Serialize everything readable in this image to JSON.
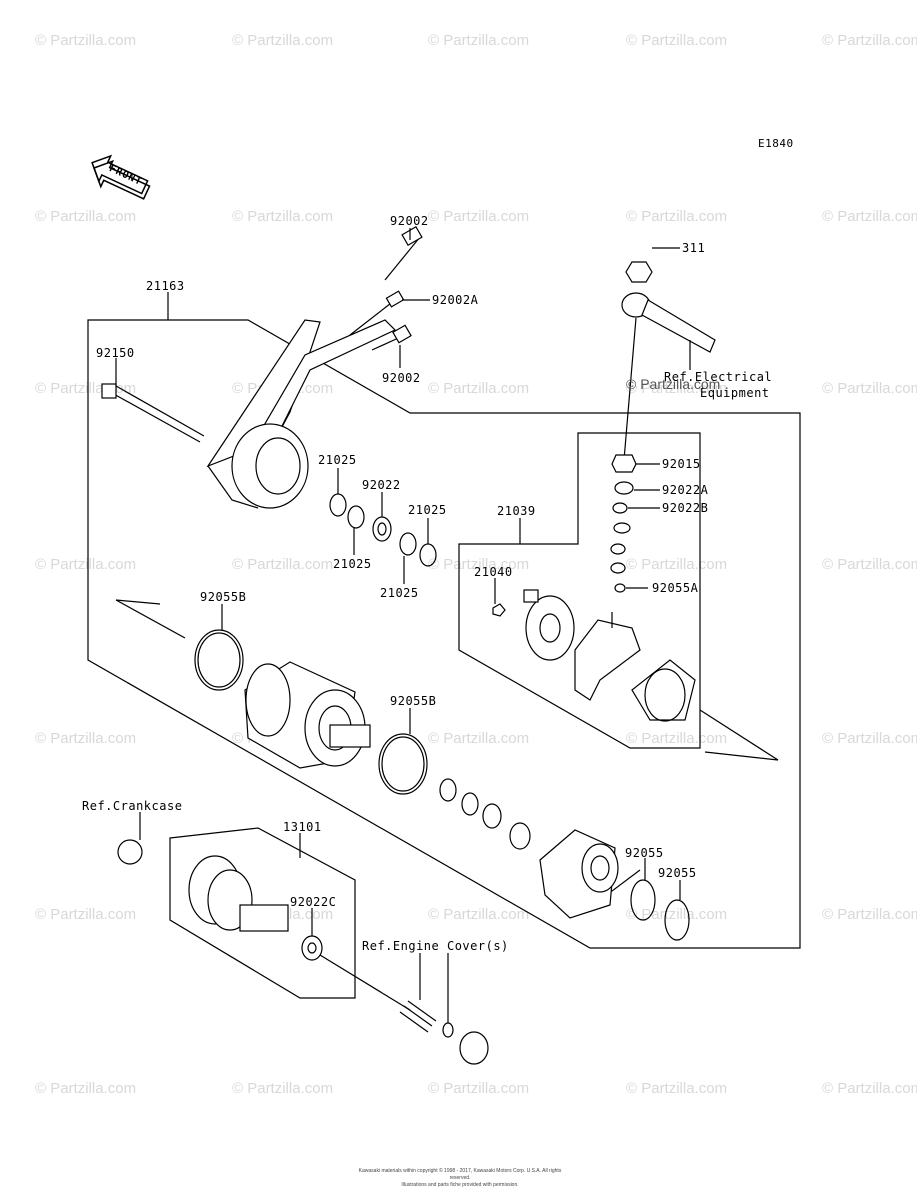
{
  "diagram_code": "E1840",
  "front_label": "FRONT",
  "watermark_text": "© Partzilla.com",
  "overlay_watermark": "© Partzilla.com",
  "labels": {
    "p92002_top": "92002",
    "p92002A": "92002A",
    "p92002_bottom": "92002",
    "p21163": "21163",
    "p92150": "92150",
    "p311": "311",
    "ref_electrical": "Ref.Electrical\nEquipment",
    "ref_electrical_l1": "Ref.Electrical",
    "ref_electrical_l2": "Equipment",
    "p92015": "92015",
    "p92022A": "92022A",
    "p92022B": "92022B",
    "p92055A": "92055A",
    "p21025_a": "21025",
    "p92022": "92022",
    "p21025_b": "21025",
    "p21025_c": "21025",
    "p21025_d": "21025",
    "p21039": "21039",
    "p21040": "21040",
    "p92055B_a": "92055B",
    "p92055B_b": "92055B",
    "ref_crankcase": "Ref.Crankcase",
    "p13101": "13101",
    "p92022C": "92022C",
    "ref_engine_cover": "Ref.Engine Cover(s)",
    "p92055_a": "92055",
    "p92055_b": "92055"
  },
  "copyright_line1": "Kawasaki materials within copyright © 1998 - 2017, Kawasaki Motors Corp. U.S.A. All rights reserved.",
  "copyright_line2": "Illustrations and parts fiche provided with permission."
}
